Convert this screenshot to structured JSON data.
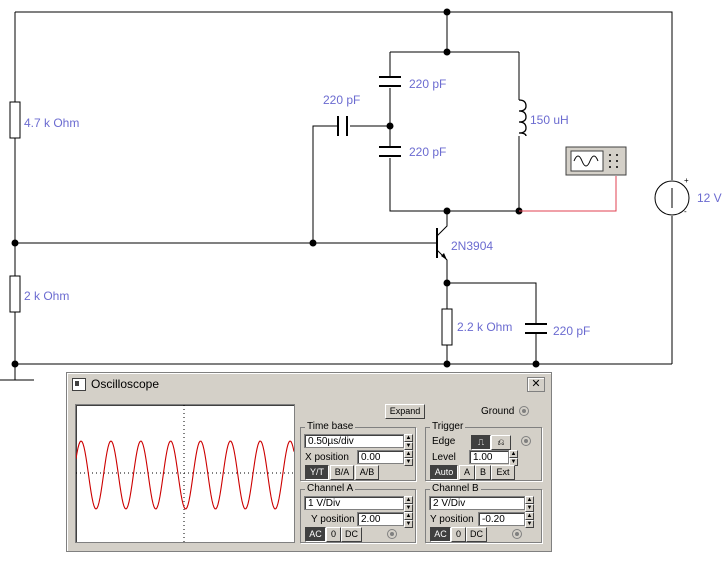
{
  "circuit": {
    "r_top_left": "4.7 k Ohm",
    "r_bottom_left": "2 k Ohm",
    "c_coupling": "220 pF",
    "c_tank_top": "220 pF",
    "c_tank_bottom": "220 pF",
    "inductor": "150 uH",
    "transistor": "2N3904",
    "r_emitter": "2.2 k Ohm",
    "c_emitter": "220 pF",
    "supply": "12 V",
    "supply_plus": "+",
    "supply_minus": "-"
  },
  "oscilloscope": {
    "title": "Oscilloscope",
    "close_label": "✕",
    "expand_label": "Expand",
    "ground_label": "Ground",
    "timebase": {
      "title": "Time base",
      "value": "0.50µs/div",
      "xpos_label": "X position",
      "xpos_value": "0.00",
      "yt_label": "Y/T",
      "ba_label": "B/A",
      "ab_label": "A/B"
    },
    "trigger": {
      "title": "Trigger",
      "edge_label": "Edge",
      "level_label": "Level",
      "level_value": "1.00",
      "auto_label": "Auto",
      "a_label": "A",
      "b_label": "B",
      "ext_label": "Ext"
    },
    "channel_a": {
      "title": "Channel A",
      "value": "1  V/Div",
      "ypos_label": "Y position",
      "ypos_value": "2.00",
      "ac_label": "AC",
      "zero_label": "0",
      "dc_label": "DC"
    },
    "channel_b": {
      "title": "Channel B",
      "value": "2  V/Div",
      "ypos_label": "Y position",
      "ypos_value": "-0.20",
      "ac_label": "AC",
      "zero_label": "0",
      "dc_label": "DC"
    },
    "trace_color": "#cc0000"
  }
}
